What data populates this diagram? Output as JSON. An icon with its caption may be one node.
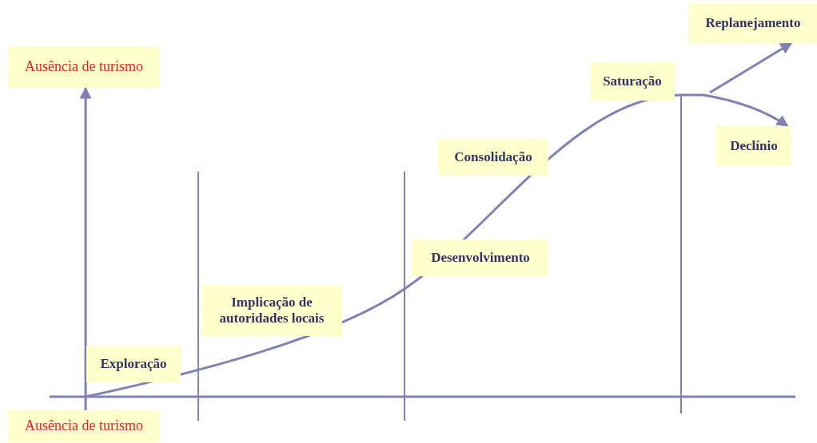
{
  "diagram": {
    "nodes": [
      {
        "text": [
          "Ausência de turismo"
        ]
      },
      {
        "text": [
          "Exploração"
        ]
      },
      {
        "text": [
          "Implicação de autoridades locais"
        ]
      },
      {
        "text": [
          "Desenvolvimento"
        ]
      },
      {
        "text": [
          "Consolidação"
        ]
      },
      {
        "text": [
          "Saturação"
        ]
      },
      {
        "text": [
          "Replanejamento"
        ]
      },
      {
        "text": [
          "Declínio"
        ]
      },
      {
        "text": [
          "Ausência de turismo"
        ]
      }
    ],
    "edges": [
      {
        "from": null,
        "to": 6,
        "arrow": "to"
      },
      {
        "from": null,
        "to": 7,
        "arrow": "to"
      },
      {
        "from": 8,
        "to": 0,
        "arrow": "to"
      }
    ]
  }
}
